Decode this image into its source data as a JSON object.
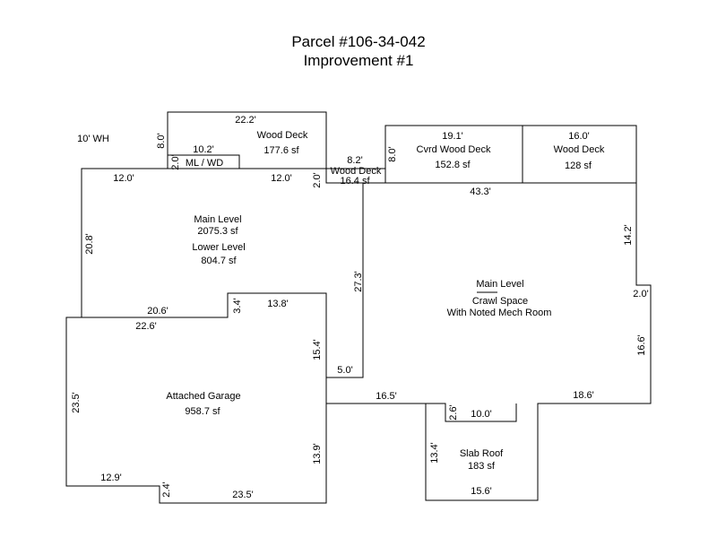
{
  "header": {
    "title_line1": "Parcel #106-34-042",
    "title_line2": "Improvement #1"
  },
  "notes": {
    "wall_height": "10' WH"
  },
  "areas": {
    "wood_deck_top": {
      "name": "Wood Deck",
      "area": "177.6 sf"
    },
    "ml_wd": {
      "name": "ML  / WD"
    },
    "small_wood_deck": {
      "name": "Wood Deck",
      "area": "16.4 sf"
    },
    "cvrd_wood_deck": {
      "name": "Cvrd Wood Deck",
      "area": "152.8 sf"
    },
    "wood_deck_right": {
      "name": "Wood Deck",
      "area": "128 sf"
    },
    "main_level_left": {
      "name": "Main Level",
      "area": "2075.3 sf",
      "name2": "Lower Level",
      "area2": "804.7 sf"
    },
    "main_level_right": {
      "name": "Main Level",
      "name2": "Crawl Space",
      "name3": "With Noted Mech Room"
    },
    "attached_garage": {
      "name": "Attached Garage",
      "area": "958.7 sf"
    },
    "slab_roof": {
      "name": "Slab Roof",
      "area": "183 sf"
    }
  },
  "dimensions": {
    "d_22_2": "22.2'",
    "d_8_0_deck": "8.0'",
    "d_10_2": "10.2'",
    "d_2_0_mlwd": "2.0'",
    "d_12_0_left": "12.0'",
    "d_12_0_right": "12.0'",
    "d_2_0_deckstep": "2.0'",
    "d_8_2": "8.2'",
    "d_19_1": "19.1'",
    "d_16_0": "16.0'",
    "d_8_0_cvrd": "8.0'",
    "d_43_3": "43.3'",
    "d_14_2": "14.2'",
    "d_2_0_right": "2.0'",
    "d_16_6": "16.6'",
    "d_20_8": "20.8'",
    "d_27_3": "27.3'",
    "d_20_6": "20.6'",
    "d_3_4": "3.4'",
    "d_13_8": "13.8'",
    "d_22_6": "22.6'",
    "d_15_4": "15.4'",
    "d_5_0": "5.0'",
    "d_16_5": "16.5'",
    "d_18_6": "18.6'",
    "d_2_6": "2.6'",
    "d_10_0": "10.0'",
    "d_23_5_left": "23.5'",
    "d_13_4": "13.4'",
    "d_13_9": "13.9'",
    "d_12_9": "12.9'",
    "d_2_4": "2.4'",
    "d_23_5_bottom": "23.5'",
    "d_15_6": "15.6'"
  }
}
